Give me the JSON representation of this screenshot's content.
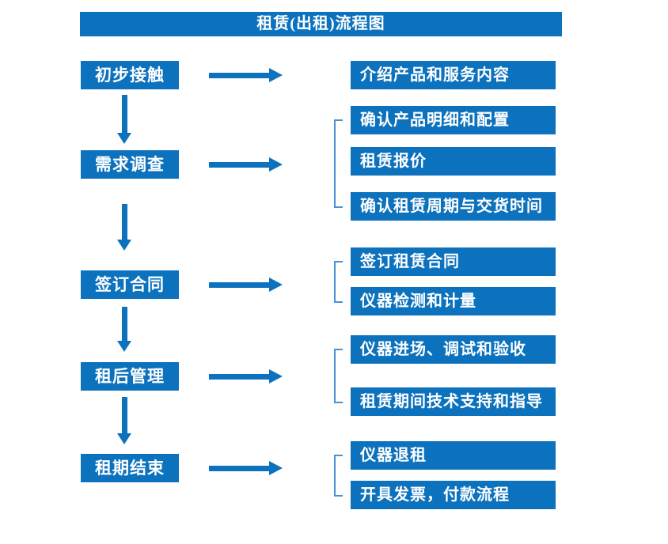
{
  "title": "租赁(出租)流程图",
  "colors": {
    "primary_blue": "#0d72bd",
    "bracket_blue": "#4a90d6",
    "text_white": "#ffffff",
    "background": "#ffffff"
  },
  "stages": [
    {
      "label": "初步接触",
      "details": [
        "介绍产品和服务内容"
      ]
    },
    {
      "label": "需求调查",
      "details": [
        "确认产品明细和配置",
        "租赁报价",
        "确认租赁周期与交货时间"
      ]
    },
    {
      "label": "签订合同",
      "details": [
        "签订租赁合同",
        "仪器检测和计量"
      ]
    },
    {
      "label": "租后管理",
      "details": [
        "仪器进场、调试和验收",
        "租赁期间技术支持和指导"
      ]
    },
    {
      "label": "租期结束",
      "details": [
        "仪器退租",
        "开具发票，付款流程"
      ]
    }
  ]
}
